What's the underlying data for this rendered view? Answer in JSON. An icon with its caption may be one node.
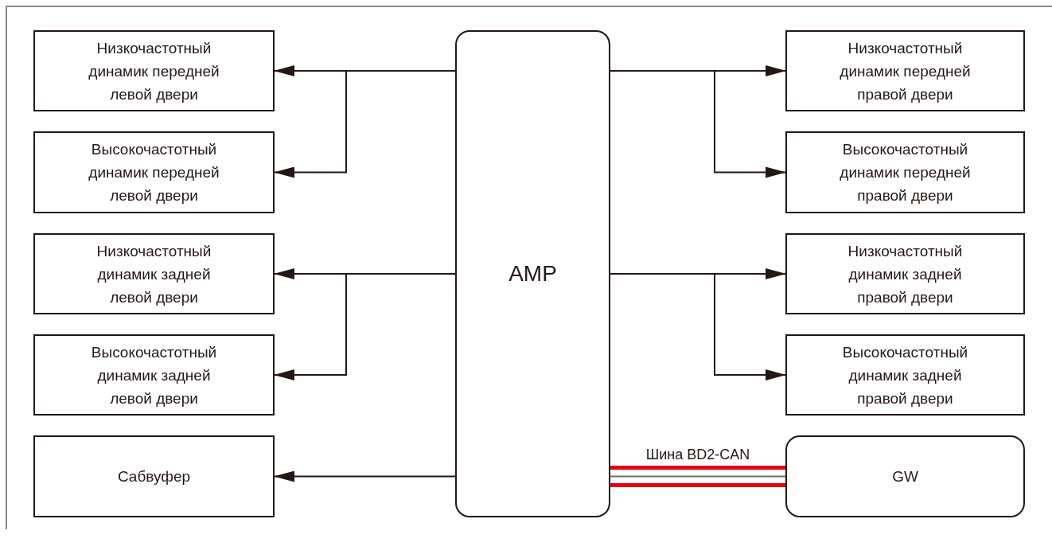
{
  "diagram": {
    "nodes": [
      {
        "text": [
          "Низкочастотный динамик передней левой двери"
        ]
      },
      {
        "text": [
          "AMP"
        ]
      },
      {
        "text": [
          "Низкочастотный динамик передней правой двери"
        ]
      },
      {
        "text": [
          "Высокочастотный динамик передней левой двери"
        ]
      },
      {
        "text": [
          "Высокочастотный динамик передней правой двери"
        ]
      },
      {
        "text": [
          "Низкочастотный динамик задней левой двери"
        ]
      },
      {
        "text": [
          "Низкочастотный динамик задней правой двери"
        ]
      },
      {
        "text": [
          "Высокочастотный динамик задней левой двери"
        ]
      },
      {
        "text": [
          "Высокочастотный динамик задней правой двери"
        ]
      },
      {
        "text": [
          "Сабвуфер"
        ]
      },
      {
        "text": [
          "GW"
        ]
      }
    ],
    "edges": [
      {
        "from": 1,
        "to": 0,
        "arrow": "to"
      },
      {
        "from": 1,
        "to": 3,
        "arrow": "to"
      },
      {
        "from": 1,
        "to": 5,
        "arrow": "to"
      },
      {
        "from": 1,
        "to": 7,
        "arrow": "to"
      },
      {
        "from": 1,
        "to": 9,
        "arrow": "to"
      },
      {
        "from": 1,
        "to": 2,
        "arrow": "to"
      },
      {
        "from": 1,
        "to": 4,
        "arrow": "to"
      },
      {
        "from": 1,
        "to": 6,
        "arrow": "to"
      },
      {
        "from": 1,
        "to": 8,
        "arrow": "to"
      },
      {
        "from": 1,
        "to": 10,
        "arrow": "none",
        "label": "Шина BD2-CAN",
        "style": "thick",
        "color": "#e60012"
      }
    ]
  }
}
